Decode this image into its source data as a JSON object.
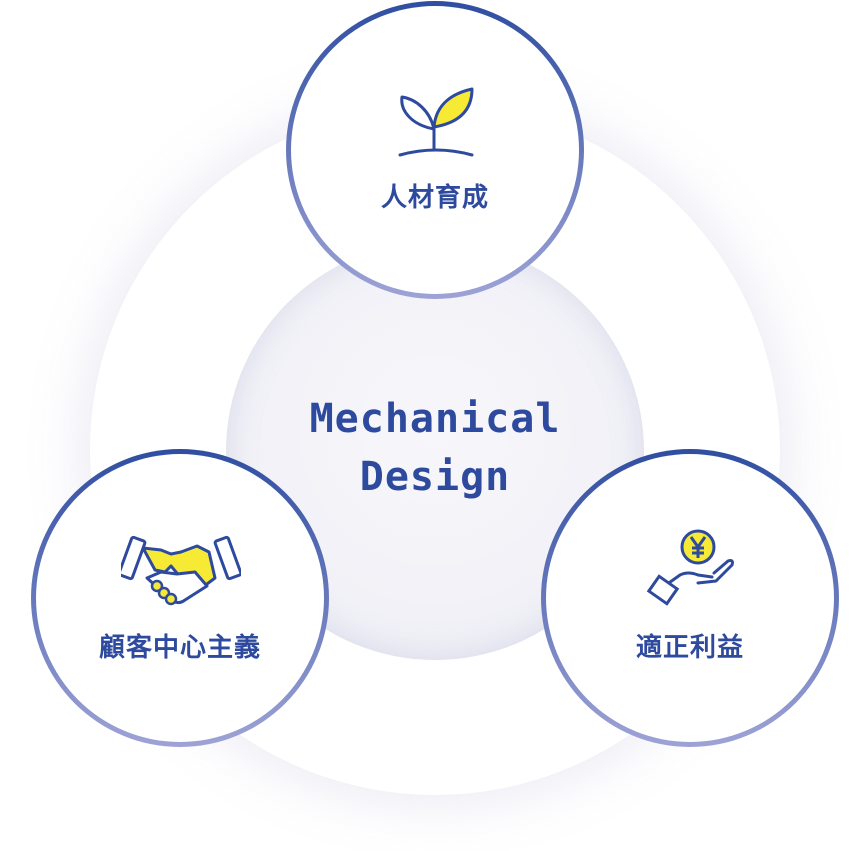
{
  "center": {
    "line1": "Mechanical",
    "line2": "Design"
  },
  "nodes": [
    {
      "label": "人材育成",
      "icon": "sprout-icon"
    },
    {
      "label": "顧客中心主義",
      "icon": "handshake-icon"
    },
    {
      "label": "適正利益",
      "icon": "yen-coin-hand-icon"
    }
  ],
  "colors": {
    "primary": "#2e4a9e",
    "accent": "#f7ea35",
    "ring_end": "#9ea3d6"
  }
}
